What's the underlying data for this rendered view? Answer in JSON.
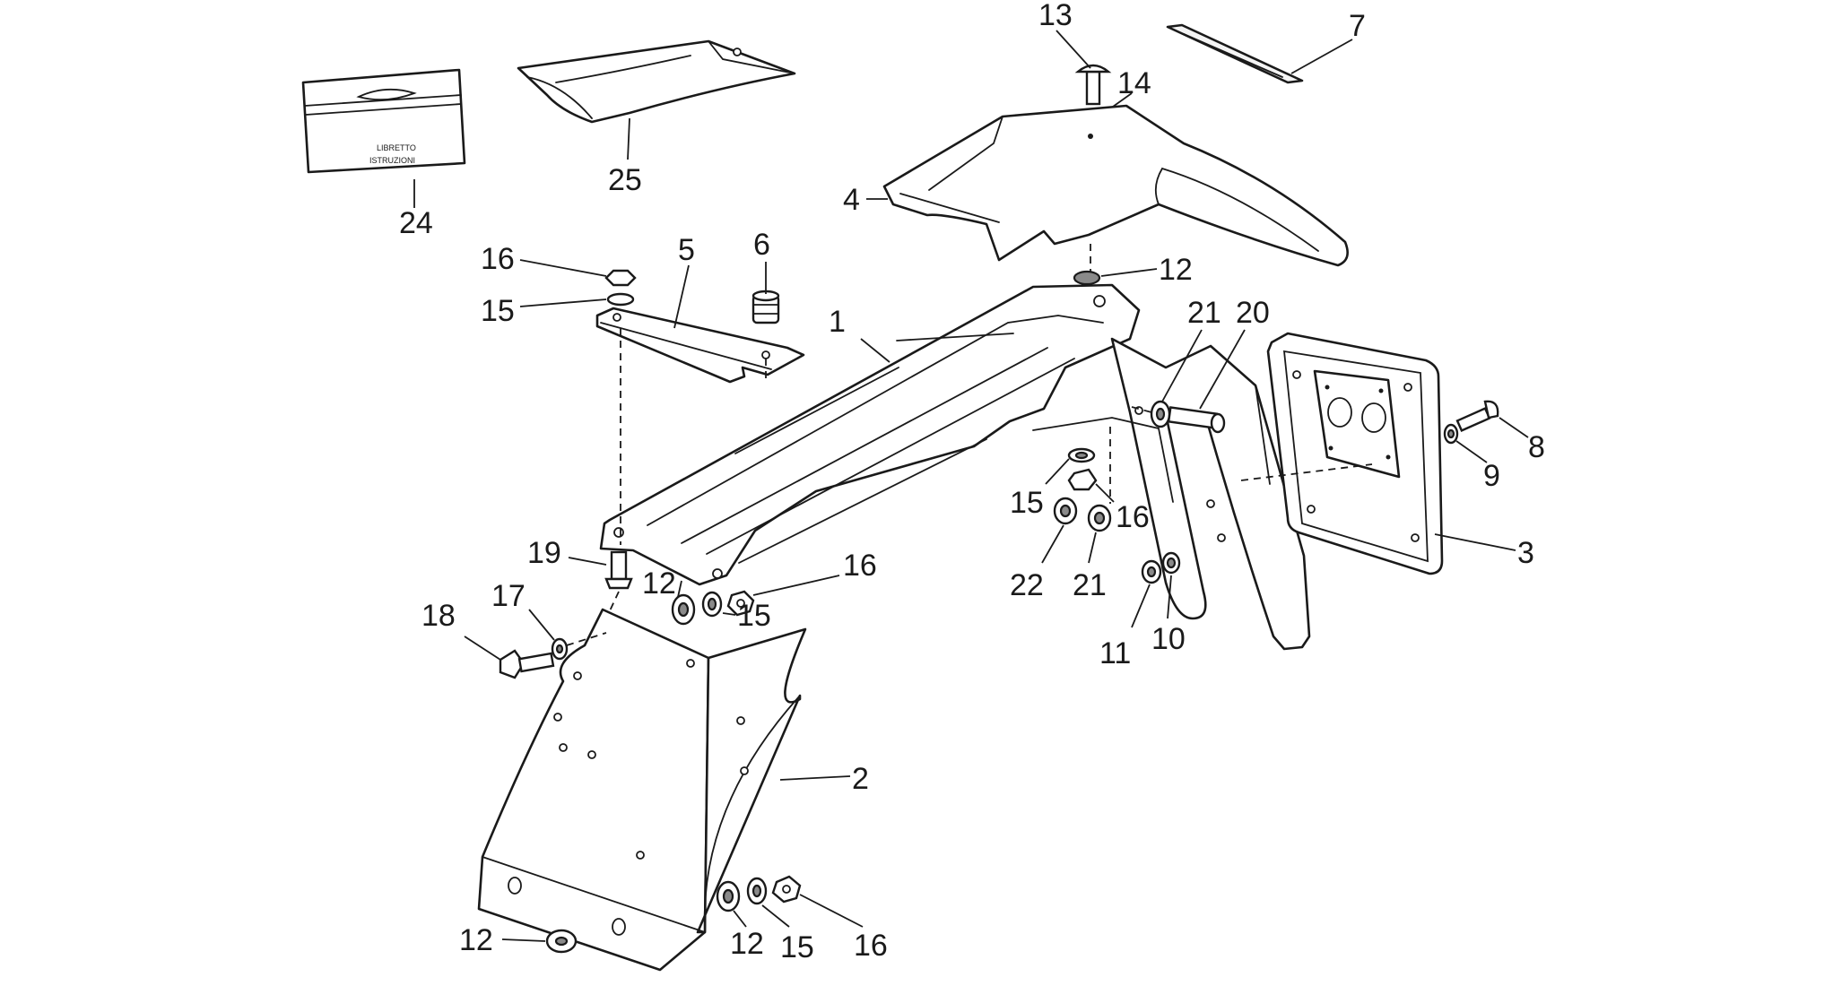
{
  "diagram": {
    "callouts": {
      "c1": "1",
      "c2": "2",
      "c3": "3",
      "c4": "4",
      "c5": "5",
      "c6": "6",
      "c7": "7",
      "c8": "8",
      "c9": "9",
      "c10": "10",
      "c11": "11",
      "c12a": "12",
      "c12b": "12",
      "c12c": "12",
      "c12d": "12",
      "c13": "13",
      "c14": "14",
      "c15a": "15",
      "c15b": "15",
      "c15c": "15",
      "c15d": "15",
      "c16a": "16",
      "c16b": "16",
      "c16c": "16",
      "c16d": "16",
      "c17": "17",
      "c18": "18",
      "c19": "19",
      "c20": "20",
      "c21a": "21",
      "c21b": "21",
      "c22": "22",
      "c24": "24",
      "c25": "25"
    },
    "booklet_text": {
      "line1": "LIBRETTO",
      "line2": "ISTRUZIONI"
    }
  }
}
